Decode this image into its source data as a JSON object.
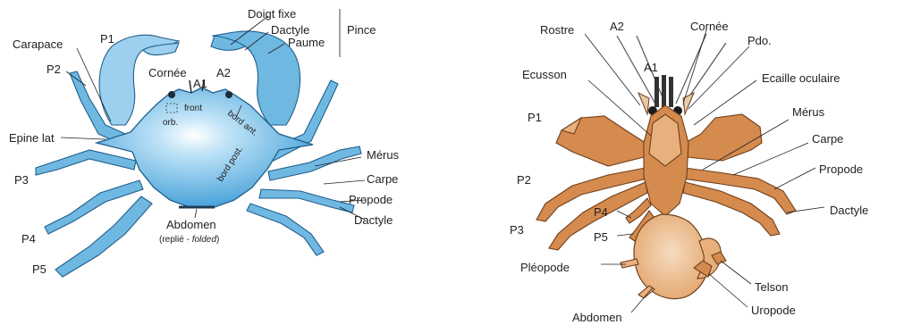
{
  "crab": {
    "pince_parts": [
      "Doigt fixe",
      "Dactyle",
      "Paume"
    ],
    "pince": "Pince",
    "carapace": "Carapace",
    "p1": "P1",
    "p2": "P2",
    "p3": "P3",
    "p4": "P4",
    "p5": "P5",
    "cornee": "Cornée",
    "a1": "A1",
    "a2": "A2",
    "front": "front",
    "orb": "orb.",
    "bord_ant": "bord ant.",
    "bord_post": "bord post.",
    "epine_lat": "Epine lat",
    "merus": "Mérus",
    "carpe": "Carpe",
    "propode": "Propode",
    "dactyle": "Dactyle",
    "abdomen": "Abdomen",
    "abdomen_note_a": "(replié - ",
    "abdomen_note_b": "folded",
    "abdomen_note_c": ")"
  },
  "hermit": {
    "rostre": "Rostre",
    "a2": "A2",
    "cornee": "Cornée",
    "pdo": "Pdo.",
    "a1": "A1",
    "ecusson": "Ecusson",
    "ecaille": "Ecaille oculaire",
    "p1": "P1",
    "p2": "P2",
    "p3": "P3",
    "p4": "P4",
    "p5": "P5",
    "merus": "Mérus",
    "carpe": "Carpe",
    "propode": "Propode",
    "dactyle": "Dactyle",
    "pleopode": "Pléopode",
    "telson": "Telson",
    "uropode": "Uropode",
    "abdomen": "Abdomen"
  },
  "colors": {
    "crab_fill": "#6fb8e2",
    "crab_light": "#bfe3f7",
    "crab_outline": "#1f5f8c",
    "hermit_fill": "#d58a4e",
    "hermit_light": "#efc69b",
    "hermit_outline": "#6e3f1b"
  }
}
